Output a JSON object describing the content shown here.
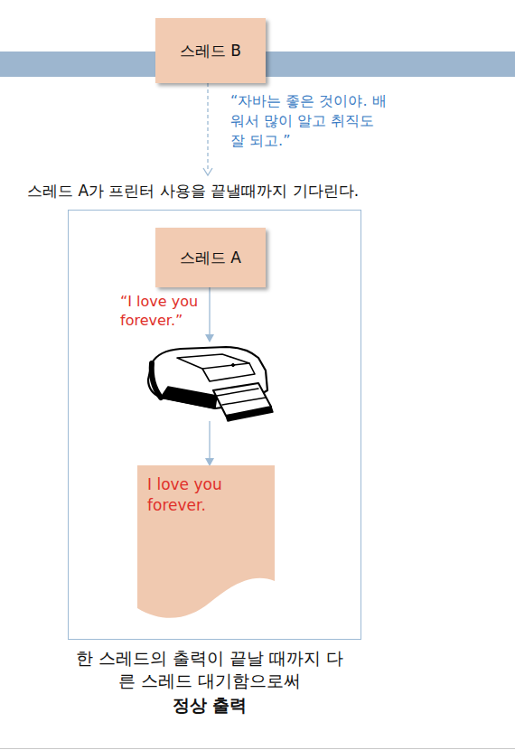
{
  "diagram": {
    "nodes": [
      {
        "text": [
          "스레드 B"
        ]
      },
      {
        "text": [
          "스레드 A가 프린터 사용을 끝낼때까지 기다린다."
        ]
      },
      {
        "text": [
          "스레드 A"
        ],
        "in": 1
      },
      {
        "text": [
          "I love you forever."
        ],
        "in": 1
      }
    ],
    "edges": [
      {
        "from": 0,
        "to": 1,
        "arrow": "to",
        "label": "“자바는 좋은 것이야. 배워서 많이 알고 취직도 잘 되고.”"
      }
    ],
    "labels": [
      "“I love you forever.”",
      "한 스레드의 출력이 끝날 때까지 다른 스레드 대기함으로써",
      "정상 출력"
    ]
  }
}
